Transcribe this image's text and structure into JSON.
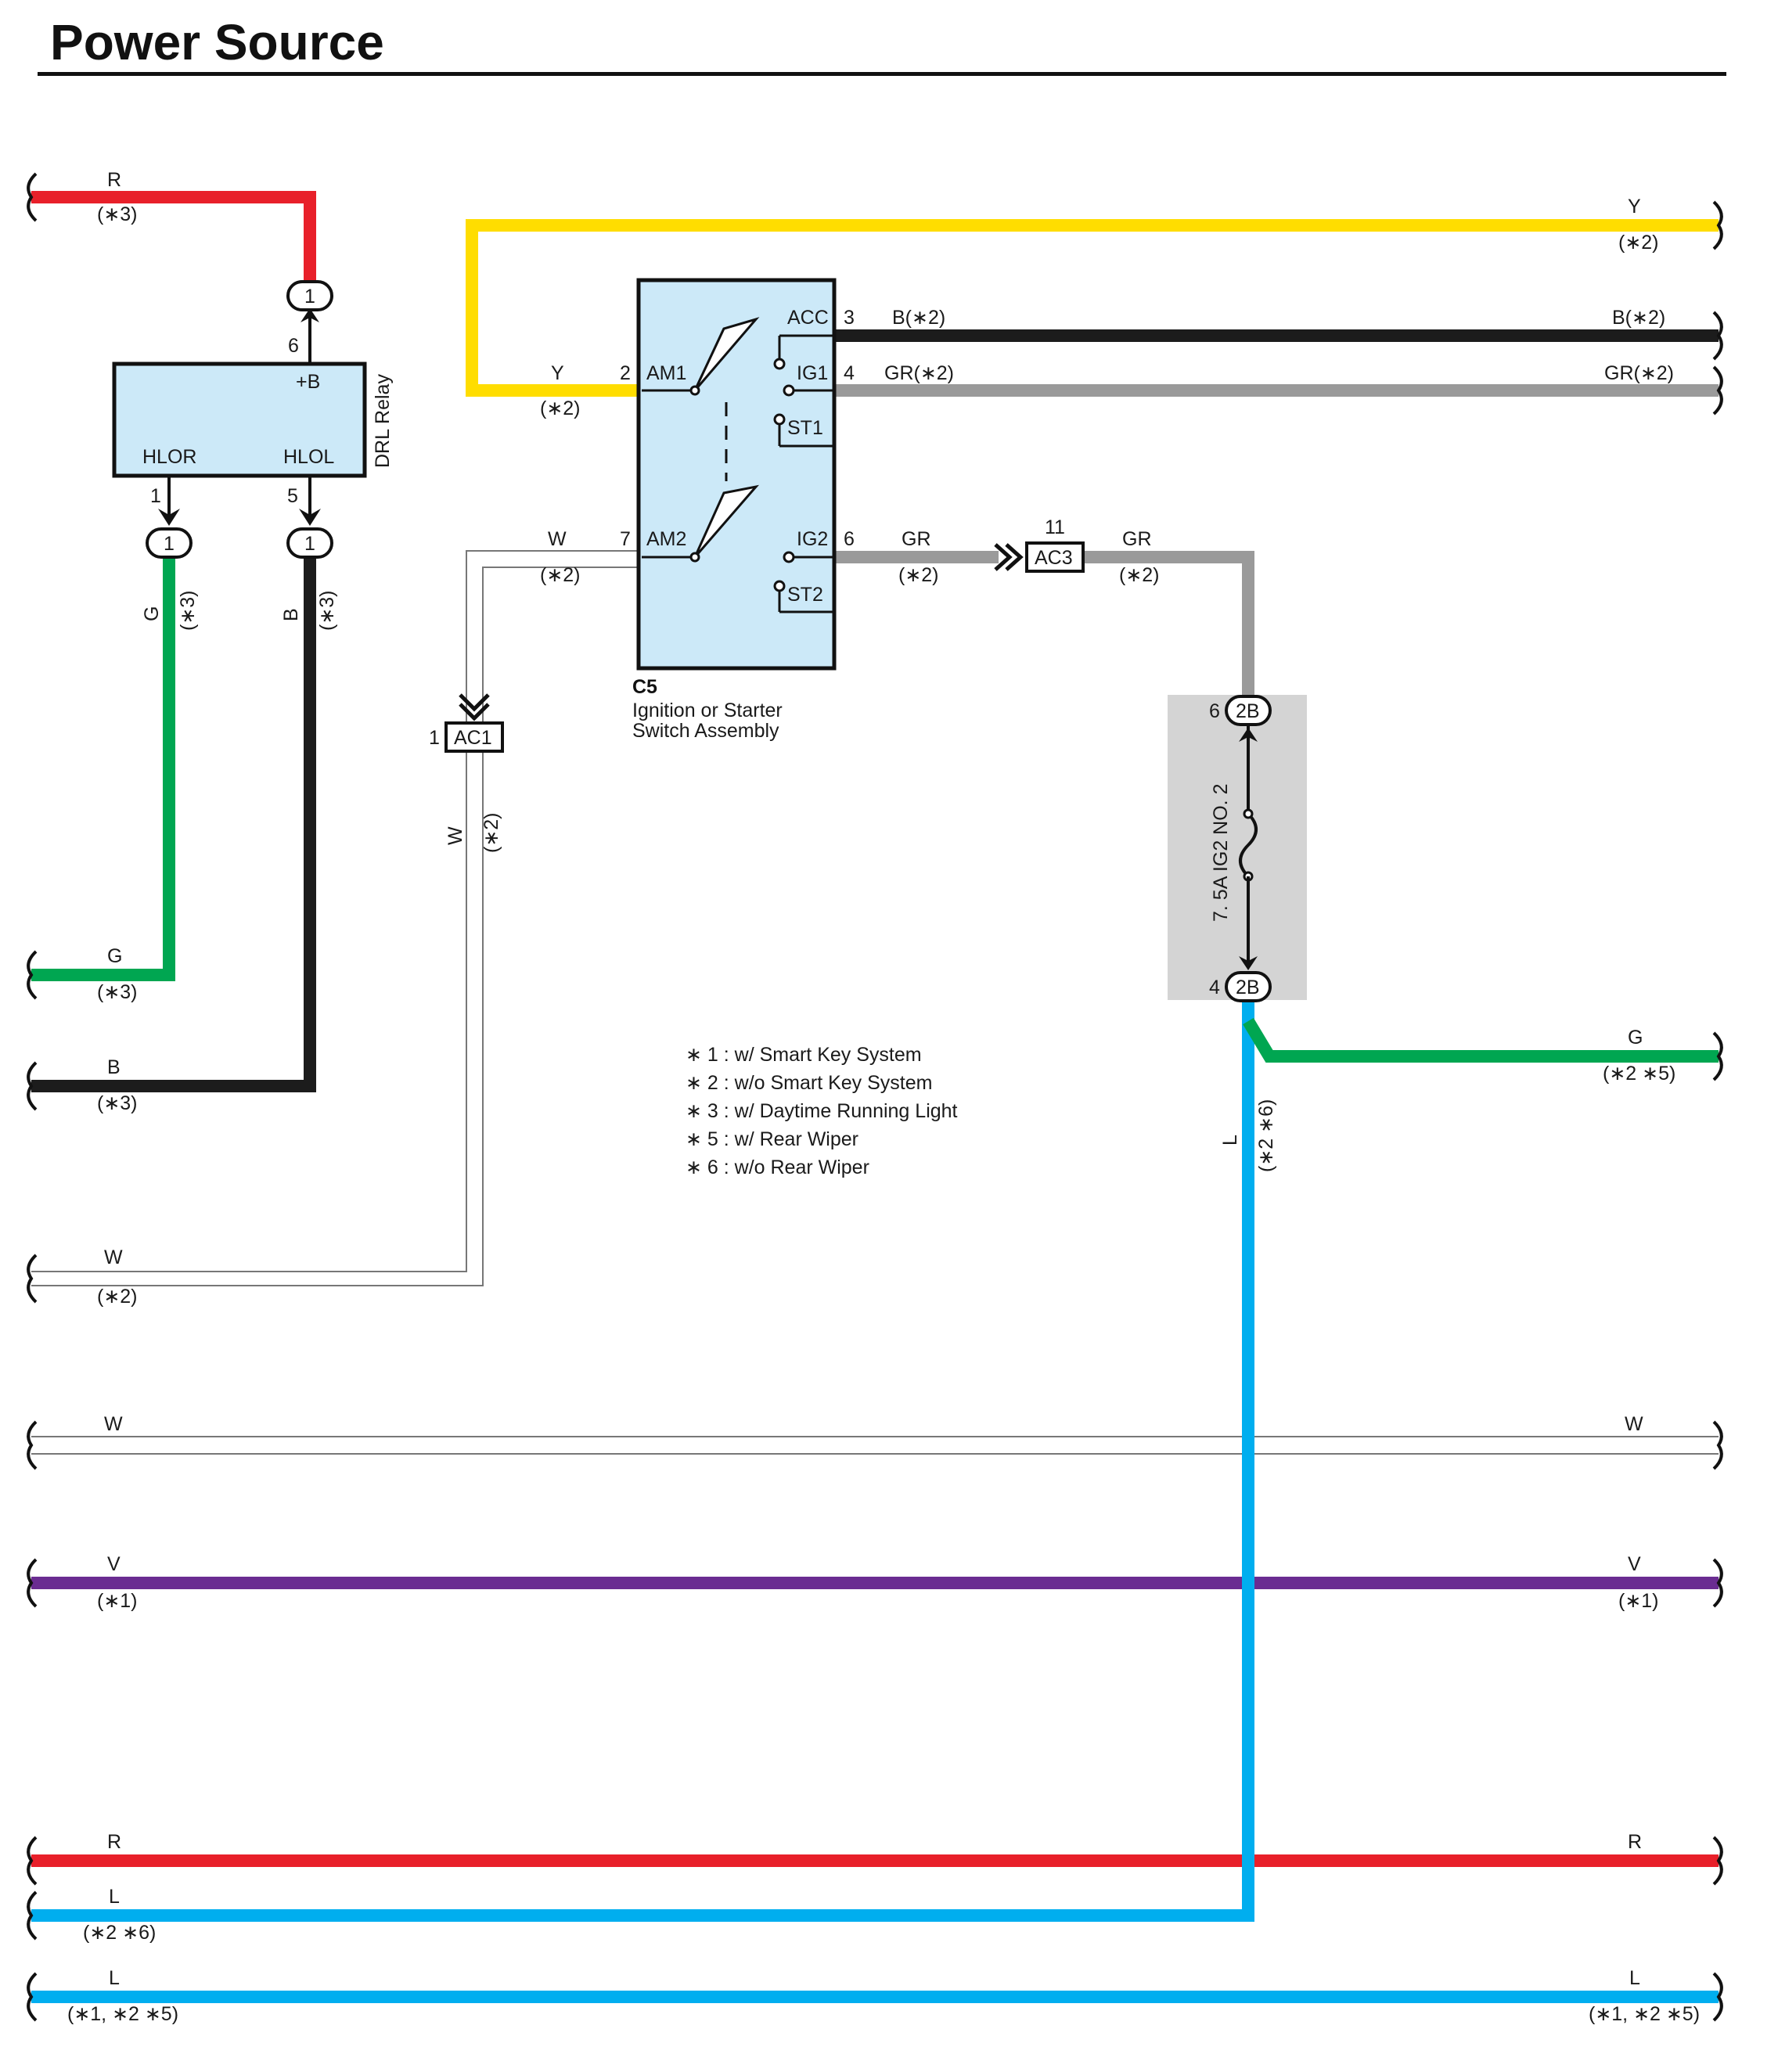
{
  "title": "Power Source",
  "colors": {
    "R": "#e8202a",
    "Y": "#ffdd00",
    "B": "#1c1c1c",
    "GR": "#9a9a9a",
    "G": "#00a651",
    "L": "#00aeef",
    "V": "#6a2c91",
    "W": "#ffffff",
    "component_fill": "#cce9f8",
    "fuse_box": "#d4d4d4"
  },
  "drl_relay": {
    "name": "DRL Relay",
    "pins": {
      "plus_b": "+B",
      "hlor": "HLOR",
      "hlol": "HLOL"
    },
    "pin_numbers": {
      "plus_b": "6",
      "hlor": "1",
      "hlol": "5"
    },
    "connectors": {
      "top": "1",
      "left": "1",
      "right": "1"
    }
  },
  "ignition_switch": {
    "code": "C5",
    "name_line1": "Ignition or Starter",
    "name_line2": "Switch Assembly",
    "terminals": {
      "am1": "AM1",
      "am2": "AM2",
      "acc": "ACC",
      "ig1": "IG1",
      "st1": "ST1",
      "ig2": "IG2",
      "st2": "ST2"
    },
    "pin_numbers": {
      "am1": "2",
      "am2": "7",
      "acc": "3",
      "ig1": "4",
      "ig2": "6"
    }
  },
  "connectors": {
    "ac1": {
      "name": "AC1",
      "pin": "1"
    },
    "ac3": {
      "name": "AC3",
      "pin": "11"
    }
  },
  "fuse": {
    "name": "7. 5A IG2 NO. 2",
    "connector": "2B",
    "top_pin": "6",
    "bottom_pin": "4"
  },
  "wire_labels": {
    "r_top_left": {
      "color": "R",
      "note": "(∗3)"
    },
    "y_top_right": {
      "color": "Y",
      "note": "(∗2)"
    },
    "y_am1": {
      "color": "Y",
      "note": "(∗2)"
    },
    "b_acc": {
      "color": "B(∗2)"
    },
    "b_acc_right": {
      "color": "B(∗2)"
    },
    "gr_ig1": {
      "color": "GR(∗2)"
    },
    "gr_ig1_right": {
      "color": "GR(∗2)"
    },
    "w_am2": {
      "color": "W",
      "note": "(∗2)"
    },
    "gr_ig2": {
      "color": "GR",
      "note": "(∗2)"
    },
    "gr_ac3": {
      "color": "GR",
      "note": "(∗2)"
    },
    "g_hlor": {
      "color": "G",
      "note": "(∗3)"
    },
    "b_hlol": {
      "color": "B",
      "note": "(∗3)"
    },
    "w_ac1": {
      "color": "W",
      "note": "(∗2)"
    },
    "g_left": {
      "color": "G",
      "note": "(∗3)"
    },
    "b_left": {
      "color": "B",
      "note": "(∗3)"
    },
    "w_left_2": {
      "color": "W",
      "note": "(∗2)"
    },
    "g_right": {
      "color": "G",
      "note": "(∗2 ∗5)"
    },
    "l_fuse": {
      "color": "L",
      "note": "(∗2 ∗6)"
    },
    "w_bus_left": {
      "color": "W"
    },
    "w_bus_right": {
      "color": "W"
    },
    "v_bus_left": {
      "color": "V",
      "note": "(∗1)"
    },
    "v_bus_right": {
      "color": "V",
      "note": "(∗1)"
    },
    "r_bus_left": {
      "color": "R"
    },
    "r_bus_right": {
      "color": "R"
    },
    "l_bus_left": {
      "color": "L",
      "note": "(∗2 ∗6)"
    },
    "l_bus2_left": {
      "color": "L",
      "note": "(∗1, ∗2 ∗5)"
    },
    "l_bus2_right": {
      "color": "L",
      "note": "(∗1, ∗2 ∗5)"
    }
  },
  "notes": [
    "∗ 1 : w/ Smart Key System",
    "∗ 2 : w/o Smart Key System",
    "∗ 3 : w/ Daytime Running Light",
    "∗ 5 : w/ Rear Wiper",
    "∗ 6 : w/o Rear Wiper"
  ]
}
